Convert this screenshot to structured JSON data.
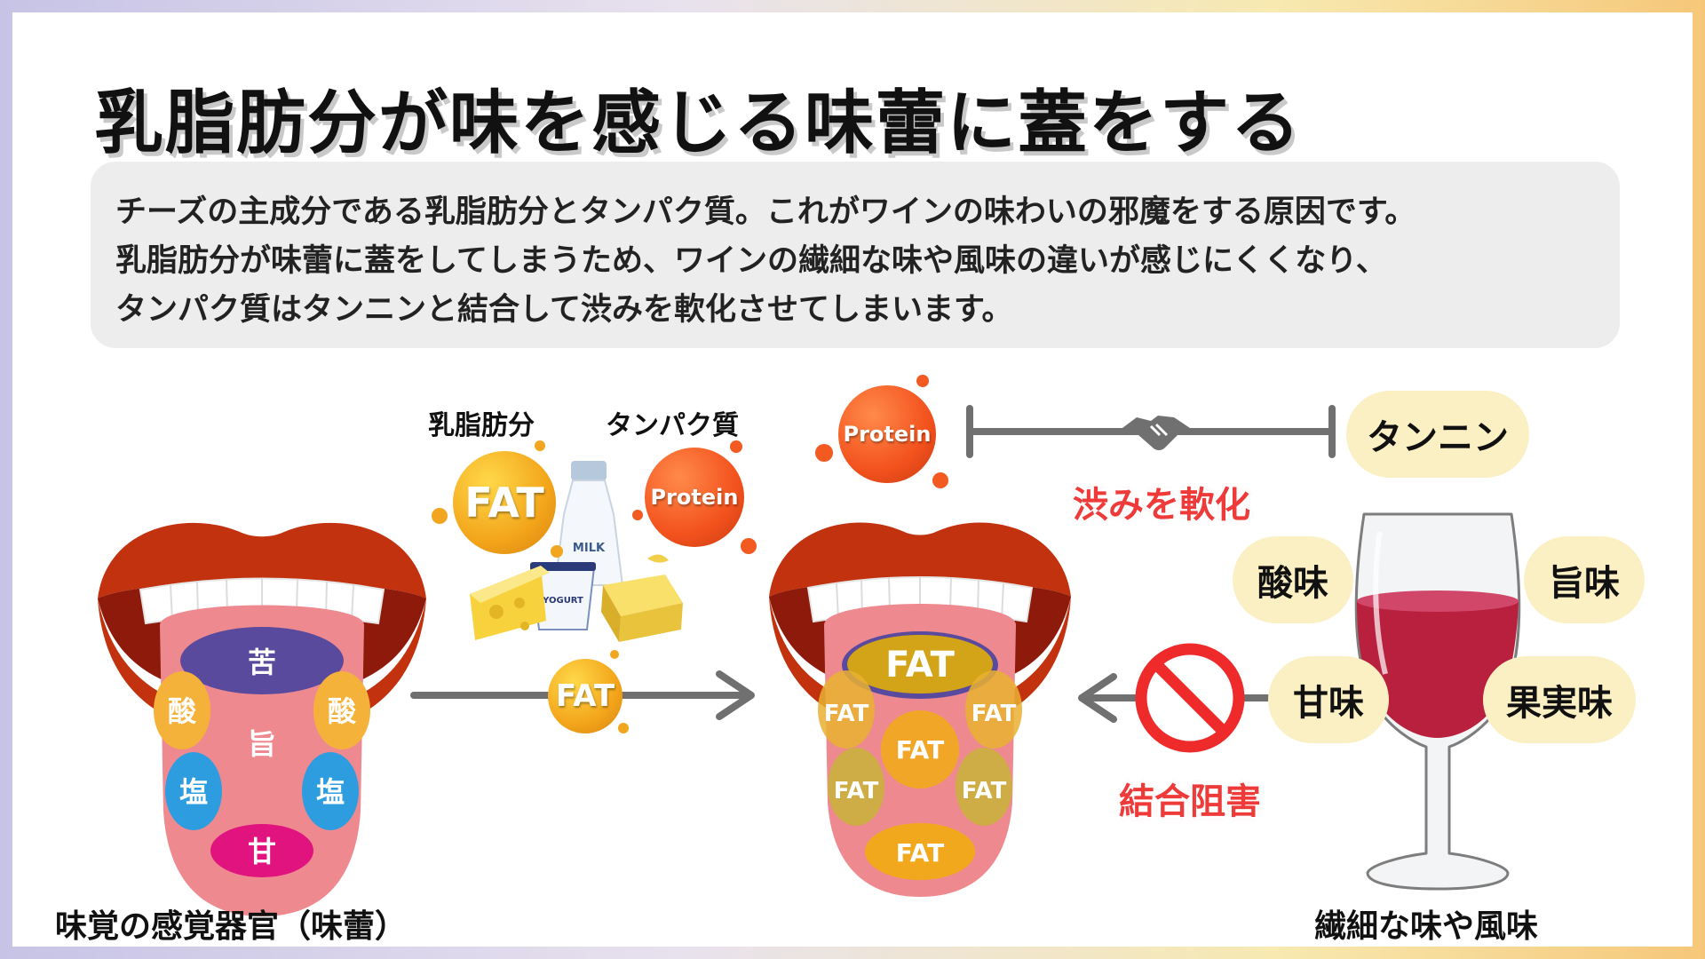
{
  "title": "乳脂肪分が味を感じる味蕾に蓋をする",
  "description": [
    "チーズの主成分である乳脂肪分とタンパク質。これがワインの味わいの邪魔をする原因です。",
    "乳脂肪分が味蕾に蓋をしてしまうため、ワインの繊細な味や風味の違いが感じにくくなり、",
    "タンパク質はタンニンと結合して渋みを軟化させてしまいます。"
  ],
  "labels": {
    "milk_fat": "乳脂肪分",
    "protein": "タンパク質",
    "tongue_caption": "味覚の感覚器官（味蕾）",
    "wine_caption": "繊細な味や風味",
    "tannin": "タンニン",
    "soften": "渋みを軟化",
    "bond_block": "結合阻害"
  },
  "balls": {
    "fat": "FAT",
    "protein": "Protein"
  },
  "tongue_zones": {
    "bitter": "苦",
    "sour": "酸",
    "umami": "旨",
    "salty": "塩",
    "sweet": "甘"
  },
  "packaging": {
    "milk": "MILK",
    "yogurt": "YOGURT"
  },
  "tastes": {
    "sour": "酸味",
    "umami": "旨味",
    "sweet": "甘味",
    "fruity": "果実味"
  },
  "colors": {
    "fat": "#f3a51a",
    "protein": "#f3521d",
    "warning_red": "#ef3a3a",
    "pill": "#fbf0c4",
    "bitter_zone": "#5a4a9e",
    "sour_zone": "#f5b23a",
    "salty_zone": "#2e9de0",
    "sweet_zone": "#e0137f",
    "wine": "#b8203d"
  }
}
